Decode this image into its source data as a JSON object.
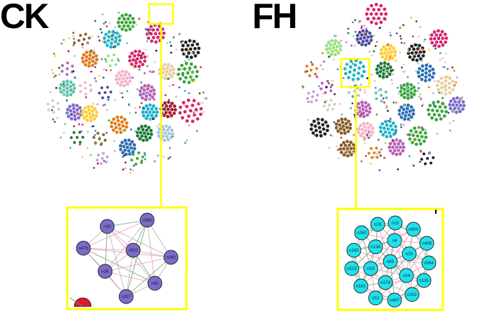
{
  "panels": [
    {
      "title": "CK",
      "zoom_nodes": [
        "n30",
        "n365",
        "n476",
        "n532",
        "n160",
        "n36",
        "n85",
        "n337"
      ],
      "node_color": "#7b6cc9"
    },
    {
      "title": "FH",
      "zoom_nodes": [
        "n26",
        "n15",
        "n260",
        "n606",
        "n165",
        "n134",
        "n4",
        "n409",
        "n25",
        "n65",
        "n515",
        "n23",
        "n594",
        "n379",
        "n24",
        "n135",
        "n181",
        "n52",
        "n467",
        "n102"
      ],
      "node_color": "#1fe1ea"
    }
  ],
  "colors": {
    "highlight": "#ffff00",
    "palette": [
      "#1b7837",
      "#d6246b",
      "#19b3c9",
      "#e07b1d",
      "#7b6cc9",
      "#3aa63a",
      "#b85fb8",
      "#222222",
      "#a3c4e0",
      "#f3b3c8",
      "#8c5a2b",
      "#2c6fb3",
      "#9be07f",
      "#cfcfcf",
      "#e5cfa0",
      "#5bc4b0",
      "#c2a0d8",
      "#9e1c2e",
      "#ffcc33",
      "#4c4c9e"
    ]
  }
}
